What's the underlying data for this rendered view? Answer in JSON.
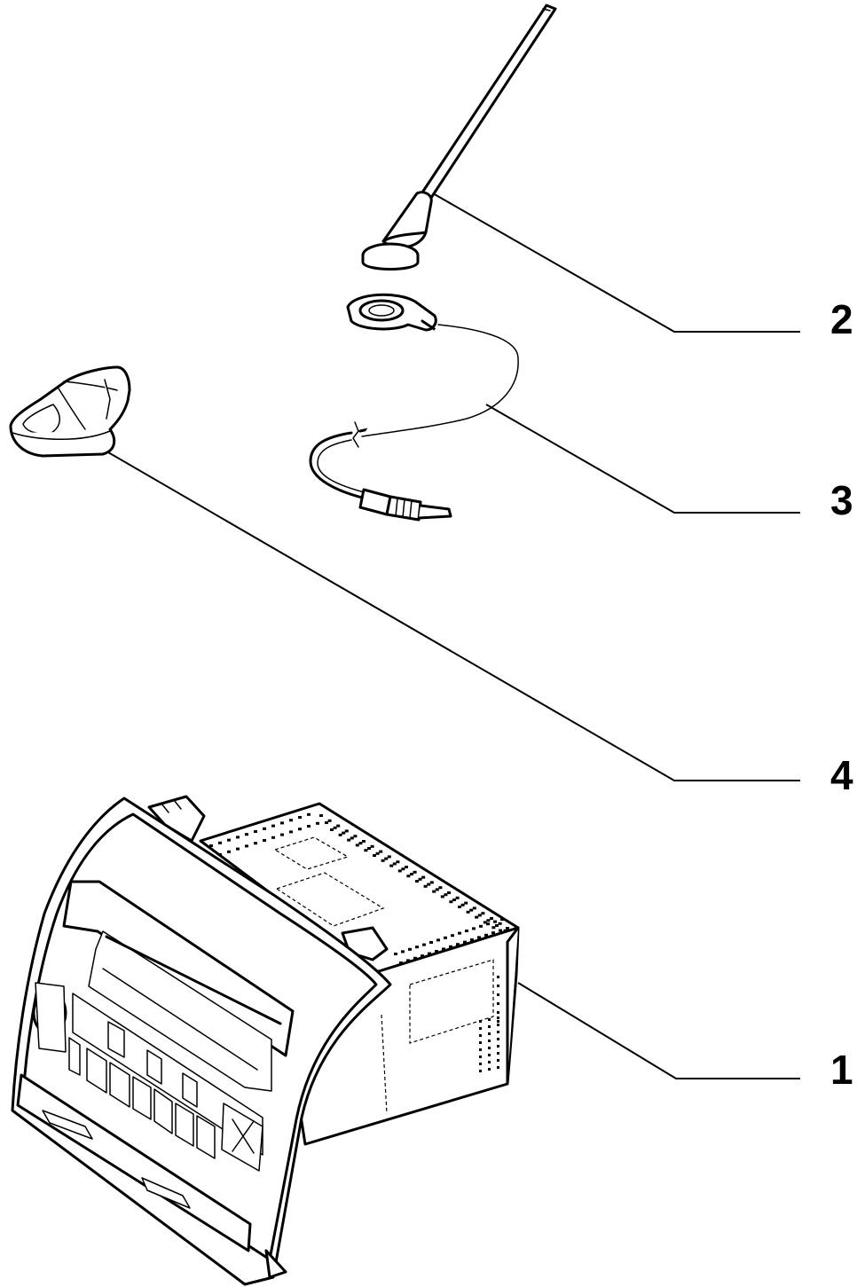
{
  "diagram": {
    "callouts": [
      {
        "id": "1",
        "label": "1",
        "part": "radio-unit"
      },
      {
        "id": "2",
        "label": "2",
        "part": "antenna-mast"
      },
      {
        "id": "3",
        "label": "3",
        "part": "antenna-cable"
      },
      {
        "id": "4",
        "label": "4",
        "part": "roof-antenna-base"
      }
    ],
    "colors": {
      "ink": "#000000",
      "paper": "#ffffff"
    }
  }
}
